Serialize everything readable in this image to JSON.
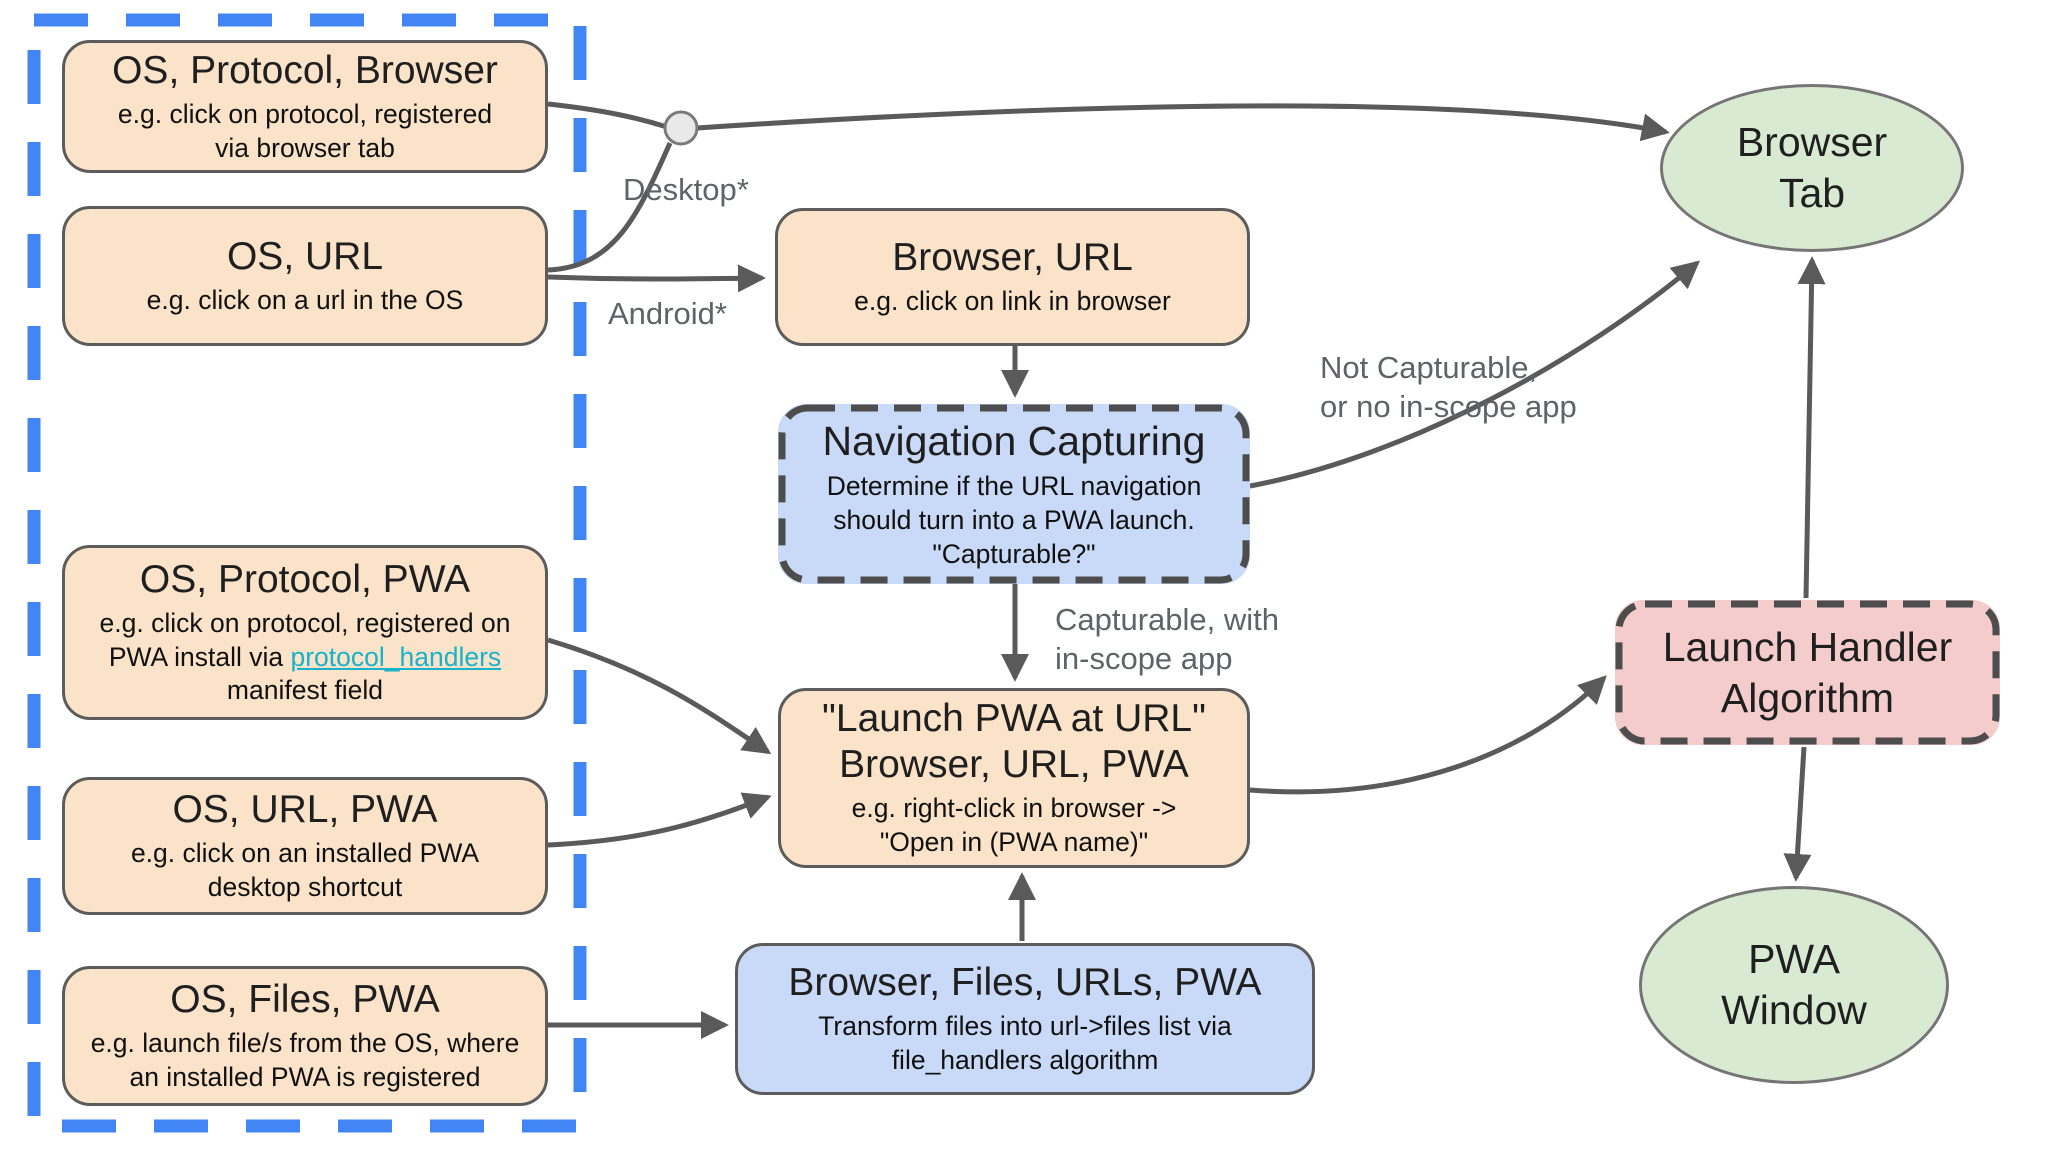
{
  "diagram_title": "PWA launch flow diagram",
  "colors": {
    "os_source_fill": "#fae3c9",
    "process_blue_fill": "#c9daf8",
    "terminal_green_fill": "#d9ead3",
    "algorithm_pink_fill": "#f4cccc",
    "node_border": "#5c5c5c",
    "dashed_node_border": "#4d4d4d",
    "os_group_dashed_border": "#4285f4",
    "edge_stroke": "#5a5a5a",
    "edge_label_color": "#5f6368",
    "link_color": "#18b2c9"
  },
  "nodes": {
    "os_protocol_browser": {
      "title": "OS, Protocol, Browser",
      "subtitle": "e.g. click on protocol, registered via browser tab"
    },
    "os_url": {
      "title": "OS, URL",
      "subtitle": "e.g. click on a url in the OS"
    },
    "os_protocol_pwa": {
      "title": "OS, Protocol, PWA",
      "subtitle_before": "e.g. click on protocol, registered on PWA install via ",
      "subtitle_link": "protocol_handlers",
      "subtitle_after": " manifest field"
    },
    "os_url_pwa": {
      "title": "OS, URL, PWA",
      "subtitle": "e.g. click on an installed PWA desktop shortcut"
    },
    "os_files_pwa": {
      "title": "OS, Files, PWA",
      "subtitle": "e.g. launch file/s from the OS, where an installed PWA is registered"
    },
    "browser_url": {
      "title": "Browser, URL",
      "subtitle": "e.g. click on link in browser"
    },
    "navigation_capturing": {
      "title": "Navigation Capturing",
      "subtitle": "Determine if the URL navigation should turn into a PWA launch. \"Capturable?\""
    },
    "launch_pwa_at_url": {
      "title_line1": "\"Launch PWA at URL\"",
      "title_line2": "Browser, URL, PWA",
      "subtitle": "e.g. right-click in browser -> \"Open in (PWA name)\""
    },
    "browser_files_urls_pwa": {
      "title": "Browser, Files, URLs, PWA",
      "subtitle": "Transform files into url->files list via file_handlers algorithm"
    },
    "browser_tab": {
      "title": "Browser Tab"
    },
    "launch_handler_algorithm": {
      "title": "Launch Handler Algorithm"
    },
    "pwa_window": {
      "title": "PWA Window"
    }
  },
  "edge_labels": {
    "desktop": "Desktop*",
    "android": "Android*",
    "not_capturable_line1": "Not Capturable,",
    "not_capturable_line2": "or no in-scope app",
    "capturable_line1": "Capturable, with",
    "capturable_line2": "in-scope app"
  }
}
